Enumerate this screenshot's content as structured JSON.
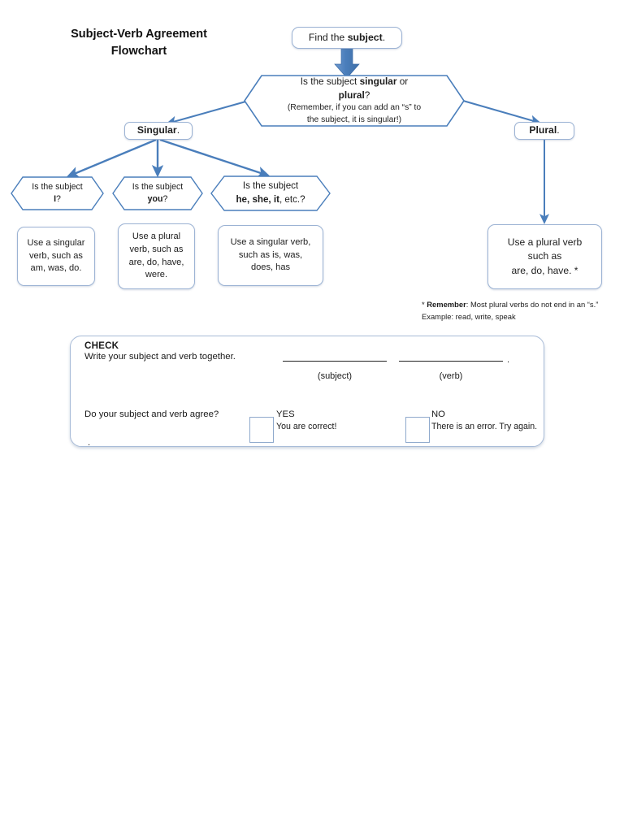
{
  "title": {
    "line1": "Subject-Verb Agreement",
    "line2": "Flowchart"
  },
  "colors": {
    "arrow": "#4A7EBB",
    "box_border": "#9CB3D4",
    "hex_border": "#4A7EBB",
    "panel_border": "#A9BCD8",
    "text": "#1d1d1d"
  },
  "start": {
    "text_pre": "Find the ",
    "text_bold": "subject",
    "text_post": "."
  },
  "decision": {
    "line1_pre": "Is  the subject ",
    "line1_bold": "singular",
    "line1_post": " or",
    "line2_bold": "plural",
    "line2_post": "?",
    "line3": "(Remember, if you can add an “s” to",
    "line4": "the subject, it is singular!)"
  },
  "branches": {
    "singular": {
      "bold": "Singular",
      "post": "."
    },
    "plural": {
      "bold": "Plural",
      "post": "."
    }
  },
  "subquestions": [
    {
      "line1": "Is the subject",
      "bold": "I",
      "post": "?"
    },
    {
      "line1": "Is the subject",
      "bold": "you",
      "post": "?"
    },
    {
      "line1": "Is the subject",
      "bold": "he, she, it",
      "post": ", etc.?"
    }
  ],
  "answers": [
    {
      "line1": "Use a singular",
      "line2": "verb, such as",
      "line3": "am, was, do."
    },
    {
      "line1": "Use a plural",
      "line2": "verb, such as",
      "line3": "are, do, have,",
      "line4": "were."
    },
    {
      "line1": "Use a singular verb,",
      "line2": "such as is, was,",
      "line3": "does, has"
    }
  ],
  "plural_answer": {
    "line1": "Use a plural verb",
    "line2": "such as",
    "line3": "are, do, have. *"
  },
  "footnote": {
    "star": "* ",
    "bold": "Remember",
    "rest": ":  Most plural verbs do not end in an “s.” Example:  read, write, speak"
  },
  "check": {
    "heading": "CHECK",
    "instruction": "Write your subject and verb together.",
    "blank_subject_caption": "(subject)",
    "blank_verb_caption": "(verb)",
    "period_after_verb": ".",
    "agree_question": "Do your subject and verb agree?",
    "yes_label": "YES",
    "yes_desc": "You are correct!",
    "no_label": "NO",
    "no_desc": "There is an error. Try again.",
    "trailing_dot": "."
  }
}
